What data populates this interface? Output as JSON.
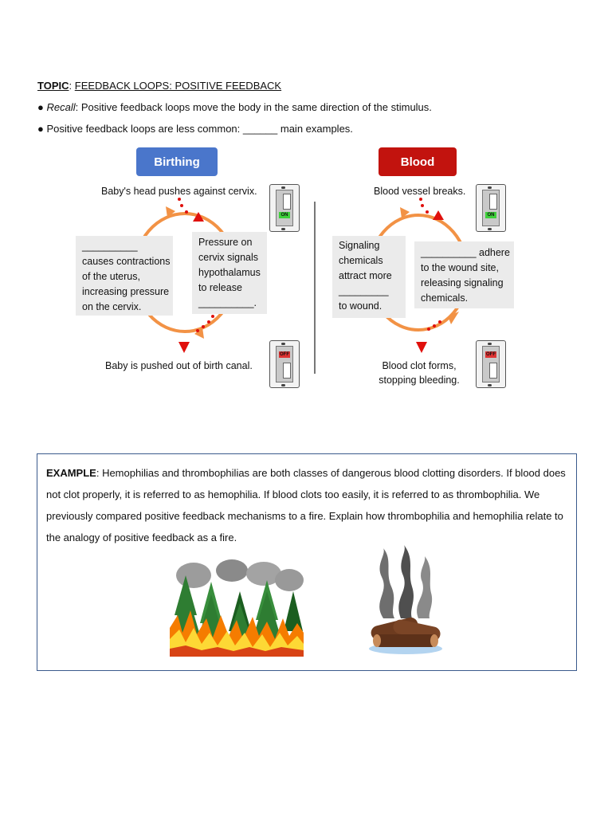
{
  "topic": {
    "label": "TOPIC",
    "sep": ":",
    "value": "FEEDBACK LOOPS: POSITIVE FEEDBACK"
  },
  "bullets": [
    {
      "marker": "●",
      "italic": "Recall",
      "text": ": Positive feedback loops move the body in the same direction of the stimulus."
    },
    {
      "marker": "●",
      "text": "Positive feedback loops are less common: ______ main examples."
    }
  ],
  "birthing": {
    "header": "Birthing",
    "top_caption": "Baby's head pushes against cervix.",
    "left_box": [
      "__________",
      "causes contractions",
      "of the uterus,",
      "increasing pressure",
      "on the cervix."
    ],
    "right_box": [
      "Pressure on",
      "cervix signals",
      "hypothalamus",
      "to release",
      "__________."
    ],
    "bottom_caption": "Baby is pushed out of birth canal.",
    "switch_on_label": "ON",
    "switch_off_label": "OFF"
  },
  "blood": {
    "header": "Blood",
    "top_caption": "Blood vessel breaks.",
    "left_box": [
      "Signaling",
      "chemicals",
      "attract more",
      "_________",
      "to wound."
    ],
    "right_box": [
      "__________ adhere",
      "to the wound site,",
      "releasing signaling",
      "chemicals."
    ],
    "bottom_caption": [
      "Blood clot forms,",
      "stopping bleeding."
    ],
    "switch_on_label": "ON",
    "switch_off_label": "OFF"
  },
  "example": {
    "label": "EXAMPLE",
    "text": ": Hemophilias and thrombophilias are both classes of dangerous blood clotting disorders. If blood does not clot properly, it is referred to as hemophilia.  If blood clots too easily, it is referred to as thrombophilia. We previously compared positive feedback mechanisms to a fire. Explain how thrombophilia and hemophilia relate to the analogy of positive feedback as a fire."
  },
  "colors": {
    "birthing_header": "#4a76cb",
    "blood_header": "#c2130e",
    "loop_arc": "#f29245",
    "arrow_red": "#e0100c",
    "dots": "#e0100c",
    "box_gray": "#ebebeb",
    "example_border": "#3a5a8c"
  },
  "icons": {
    "forest_fire": "forest-fire-illustration",
    "campfire": "smoking-campfire-illustration",
    "switch": "light-switch-icon"
  }
}
